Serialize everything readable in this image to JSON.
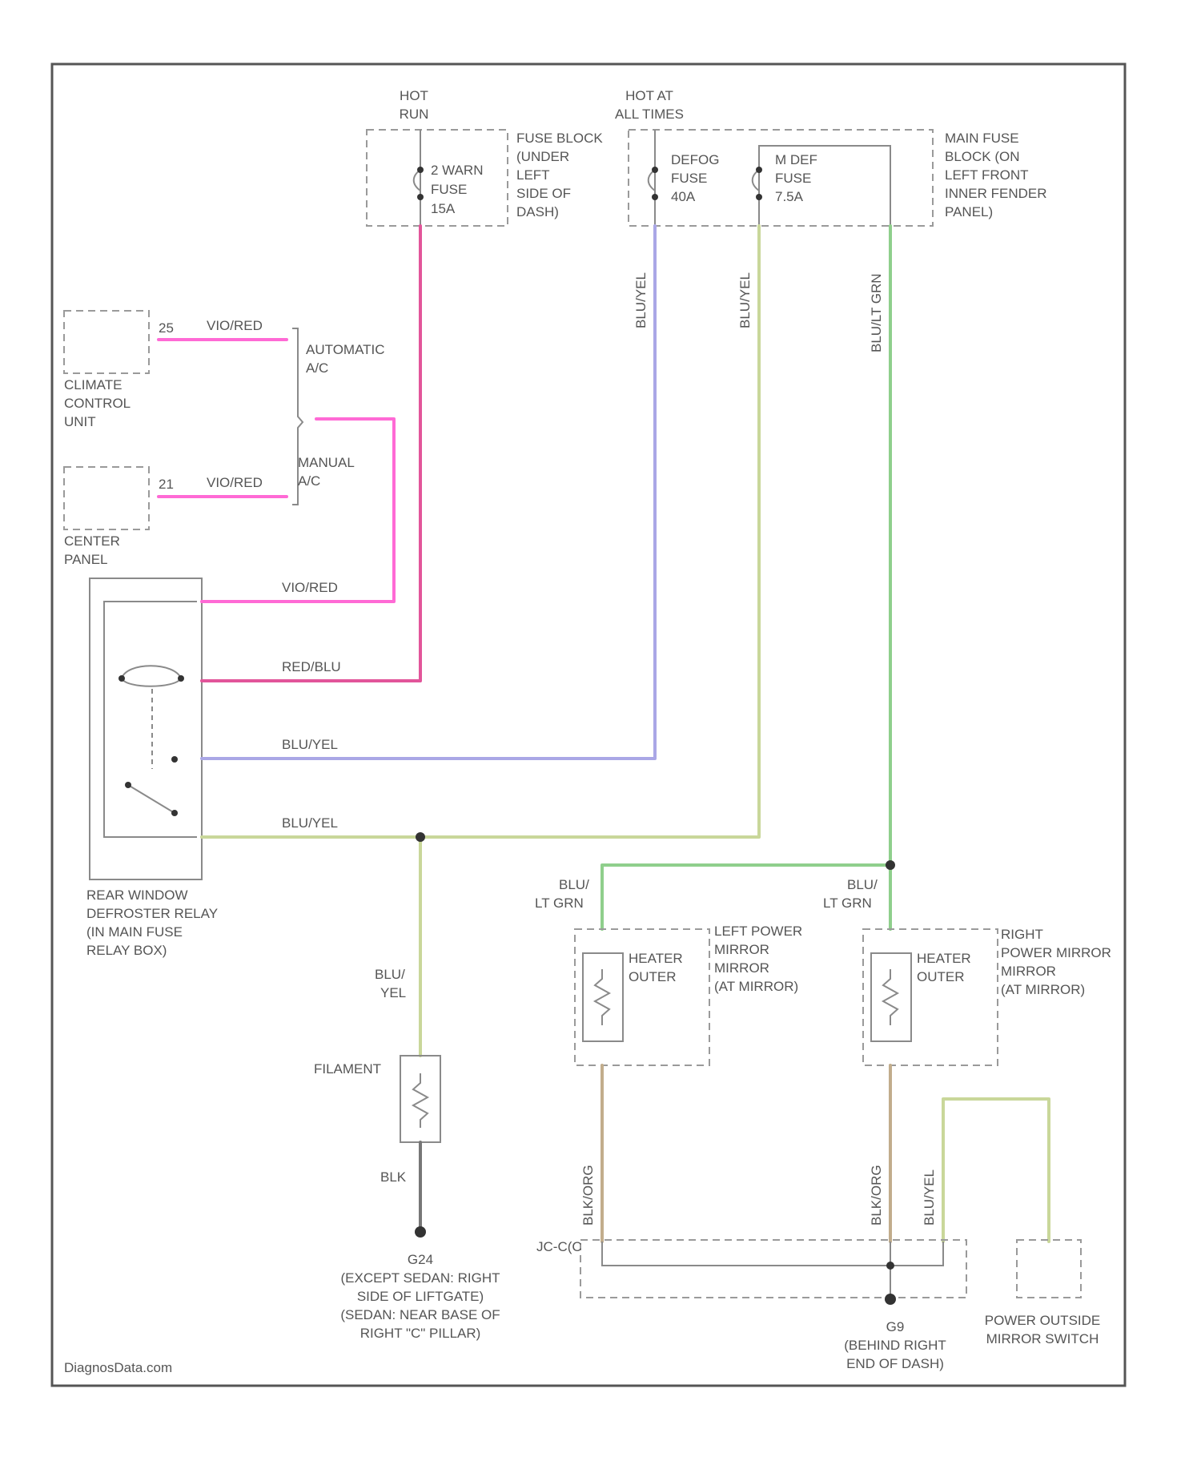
{
  "colors": {
    "vio_red": "#ff6ad5",
    "red_blu": "#e2559a",
    "blu_yel_lavender": "#aaa7e6",
    "blu_yel_olive": "#c9d79a",
    "blu_lt_grn": "#8fcf8c",
    "blk_org": "#c2ad8c",
    "blk": "#777777"
  },
  "sources": {
    "hot_run": [
      "HOT",
      "RUN"
    ],
    "hot_all_times": [
      "HOT AT",
      "ALL TIMES"
    ],
    "fuse_hazard": [
      "2 WARN",
      "FUSE",
      "15A"
    ],
    "fuse_defog": [
      "DEFOG",
      "FUSE",
      "40A"
    ],
    "fuse_mdef": [
      "M DEF",
      "FUSE",
      "7.5A"
    ],
    "fuse_block_under_dash": [
      "FUSE BLOCK",
      "(UNDER",
      "LEFT",
      "SIDE OF",
      "DASH)"
    ],
    "main_fuse_block": [
      "MAIN FUSE",
      "BLOCK (ON",
      "LEFT FRONT",
      "INNER FENDER",
      "PANEL)"
    ]
  },
  "components": {
    "climate_control_unit": [
      "CLIMATE",
      "CONTROL",
      "UNIT"
    ],
    "center_panel": [
      "CENTER",
      "PANEL"
    ],
    "automatic_ac": [
      "AUTOMATIC",
      "A/C"
    ],
    "manual_ac": [
      "MANUAL",
      "A/C"
    ],
    "relay": [
      "REAR WINDOW",
      "DEFROSTER RELAY",
      "(IN MAIN FUSE",
      "RELAY BOX)"
    ],
    "filament": "FILAMENT",
    "heater_left": [
      "HEATER",
      "OUTER"
    ],
    "heater_right": [
      "HEATER",
      "OUTER"
    ],
    "left_mirror": [
      "LEFT POWER",
      "MIRROR",
      "MIRROR",
      "(AT MIRROR)"
    ],
    "right_mirror": [
      "RIGHT",
      "POWER MIRROR",
      "MIRROR",
      "(AT MIRROR)"
    ],
    "jc_label": "JC-C(C",
    "power_switch": [
      "POWER OUTSIDE",
      "MIRROR SWITCH"
    ],
    "ground_g": [
      "G24",
      "(EXCEPT SEDAN: RIGHT",
      "SIDE OF LIFTGATE)",
      "(SEDAN: NEAR BASE OF",
      "RIGHT \"C\" PILLAR)"
    ],
    "ground_g2": [
      "G9",
      "(BEHIND RIGHT",
      "END OF DASH)"
    ]
  },
  "wires": {
    "w_vio_red_top": "VIO/RED",
    "w_vio_red_mid": "VIO/RED",
    "w_vio_red_relay": "VIO/RED",
    "w_red_blu": "RED/BLU",
    "w_blu_yel_lav": "BLU/YEL",
    "w_blu_yel_olive": "BLU/YEL",
    "w_blu_yel_vert1": "BLU/YEL",
    "w_blu_yel_vert2": "BLU/YEL",
    "w_blu_lt_grn_vert": "BLU/LT GRN",
    "w_blu_lt_grn_left": [
      "BLU/",
      "LT GRN"
    ],
    "w_blu_lt_grn_right": [
      "BLU/",
      "LT GRN"
    ],
    "w_blu_yel_filament": [
      "BLU/",
      "YEL"
    ],
    "w_blk": "BLK",
    "w_blk_org_left": "BLK/ORG",
    "w_blk_org_right": "BLK/ORG",
    "w_blu_yel_switch": "BLU/YEL"
  },
  "pins": {
    "climate_pin": "25",
    "center_pin": "21"
  },
  "watermark": "DiagnosData.com"
}
